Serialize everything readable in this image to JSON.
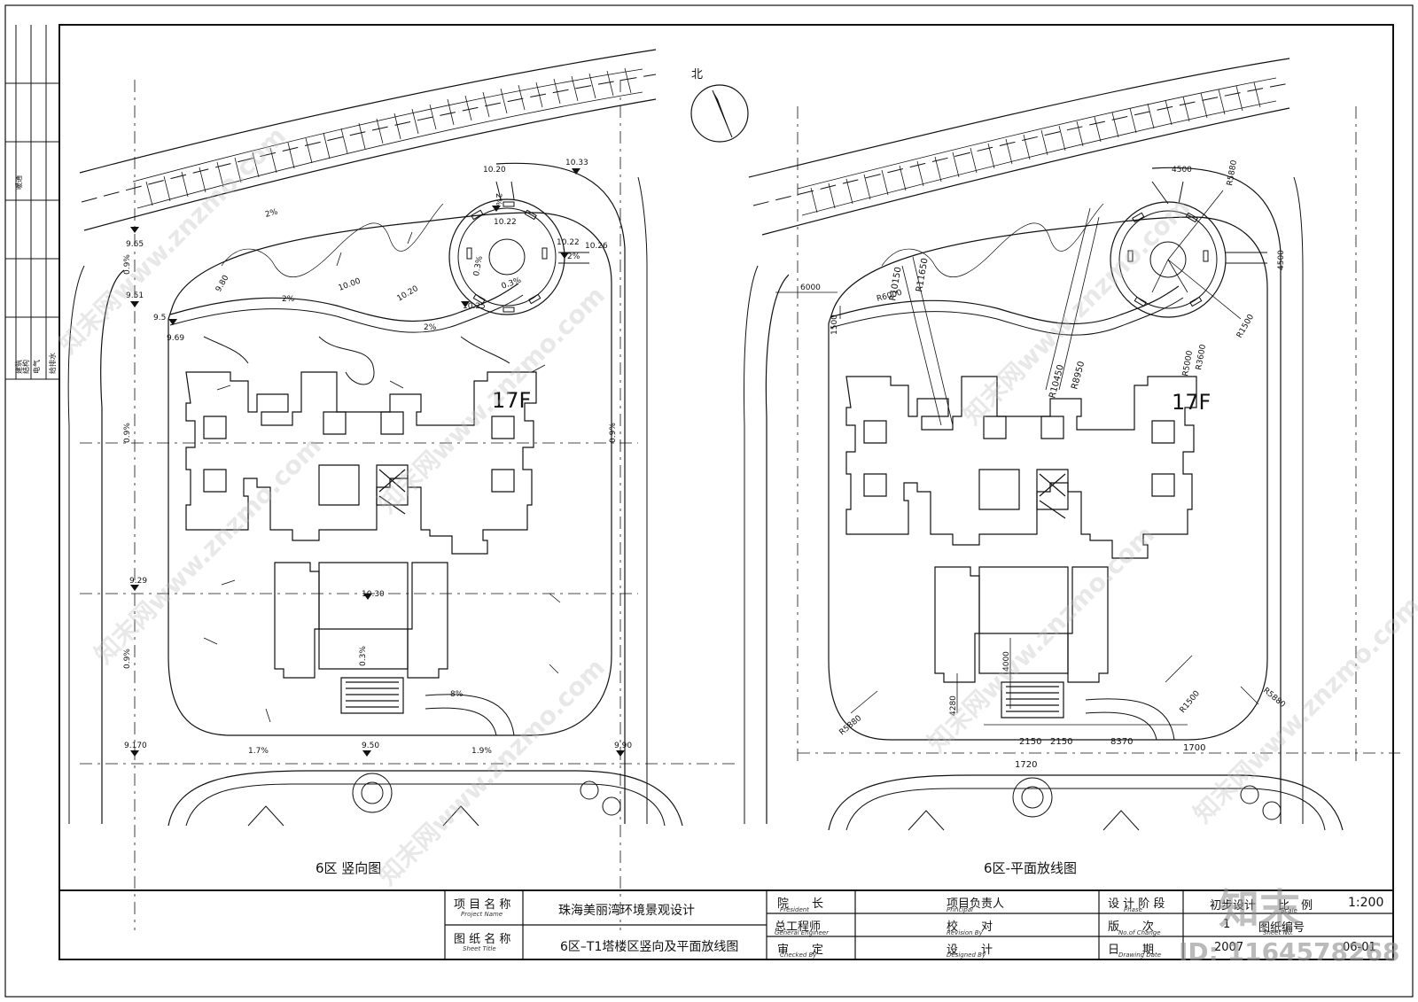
{
  "north_label": "北",
  "left_plan": {
    "title": "6区  竖向图",
    "tower_label": "17F",
    "elevations": [
      "10.20",
      "10.33",
      "10.22",
      "10.22",
      "10.26",
      "9.65",
      "9.51",
      "9.5",
      "9.69",
      "9.80",
      "10.00",
      "10.20",
      "10.25",
      "10.30",
      "9.29",
      "9.170",
      "9.50",
      "9.90"
    ],
    "slopes": [
      "2%",
      "0.9%",
      "0.9%",
      "0.9%",
      "0.9%",
      "2%",
      "2%",
      "2%",
      "0.3%",
      "0.3%",
      "2%",
      "0.3%",
      "8%",
      "1.7%",
      "1.9%"
    ]
  },
  "right_plan": {
    "title": "6区-平面放线图",
    "tower_label": "17F",
    "radii": [
      "R10150",
      "R11650",
      "R6000",
      "R5880",
      "R1500",
      "R3600",
      "R5000",
      "R8950",
      "R10450",
      "R5880",
      "R1500",
      "R5880"
    ],
    "dimensions": [
      "6000",
      "1500",
      "4500",
      "4500",
      "4000",
      "4280",
      "2150",
      "2150",
      "8370",
      "1700",
      "1720"
    ]
  },
  "left_margin": {
    "label_top": "暖通",
    "labels_bottom": [
      "建筑",
      "结构",
      "电气",
      "给排水"
    ]
  },
  "title_block": {
    "project_name_label": "项 目 名 称",
    "project_name_label_en": "Project Name",
    "project_name": "珠海美丽湾环境景观设计",
    "drawing_name_label": "图 纸 名 称",
    "drawing_name_label_en": "Sheet Title",
    "drawing_name": "6区–T1塔楼区竖向及平面放线图",
    "president_label": "院　　长",
    "president_label_en": "President",
    "chief_engineer_label": "总工程师",
    "chief_engineer_label_en": "General Engineer",
    "approved_label": "审　　定",
    "approved_label_en": "Checked By",
    "project_leader_label": "项目负责人",
    "project_leader_label_en": "Principal",
    "checked_label": "校　　对",
    "checked_label_en": "Revision By",
    "designed_label": "设　　计",
    "designed_label_en": "Designed By",
    "stage_label": "设 计 阶 段",
    "stage_label_en": "Phase",
    "stage_value": "初步设计",
    "scale_label": "比　例",
    "scale_label_en": "Scale",
    "scale_value": "1:200",
    "version_label": "版　　次",
    "version_label_en": "No.of Change",
    "version_value": "1",
    "sheet_no_label": "图纸编号",
    "sheet_no_label_en": "Sheet No.",
    "date_label": "日　　期",
    "date_label_en": "Drawing Date",
    "date_value": "2007",
    "sheet_no_value": "06-01"
  },
  "watermark": {
    "text_cn": "知末网www.znzmo.com",
    "logo": "知末",
    "id": "ID: 1164578268"
  }
}
